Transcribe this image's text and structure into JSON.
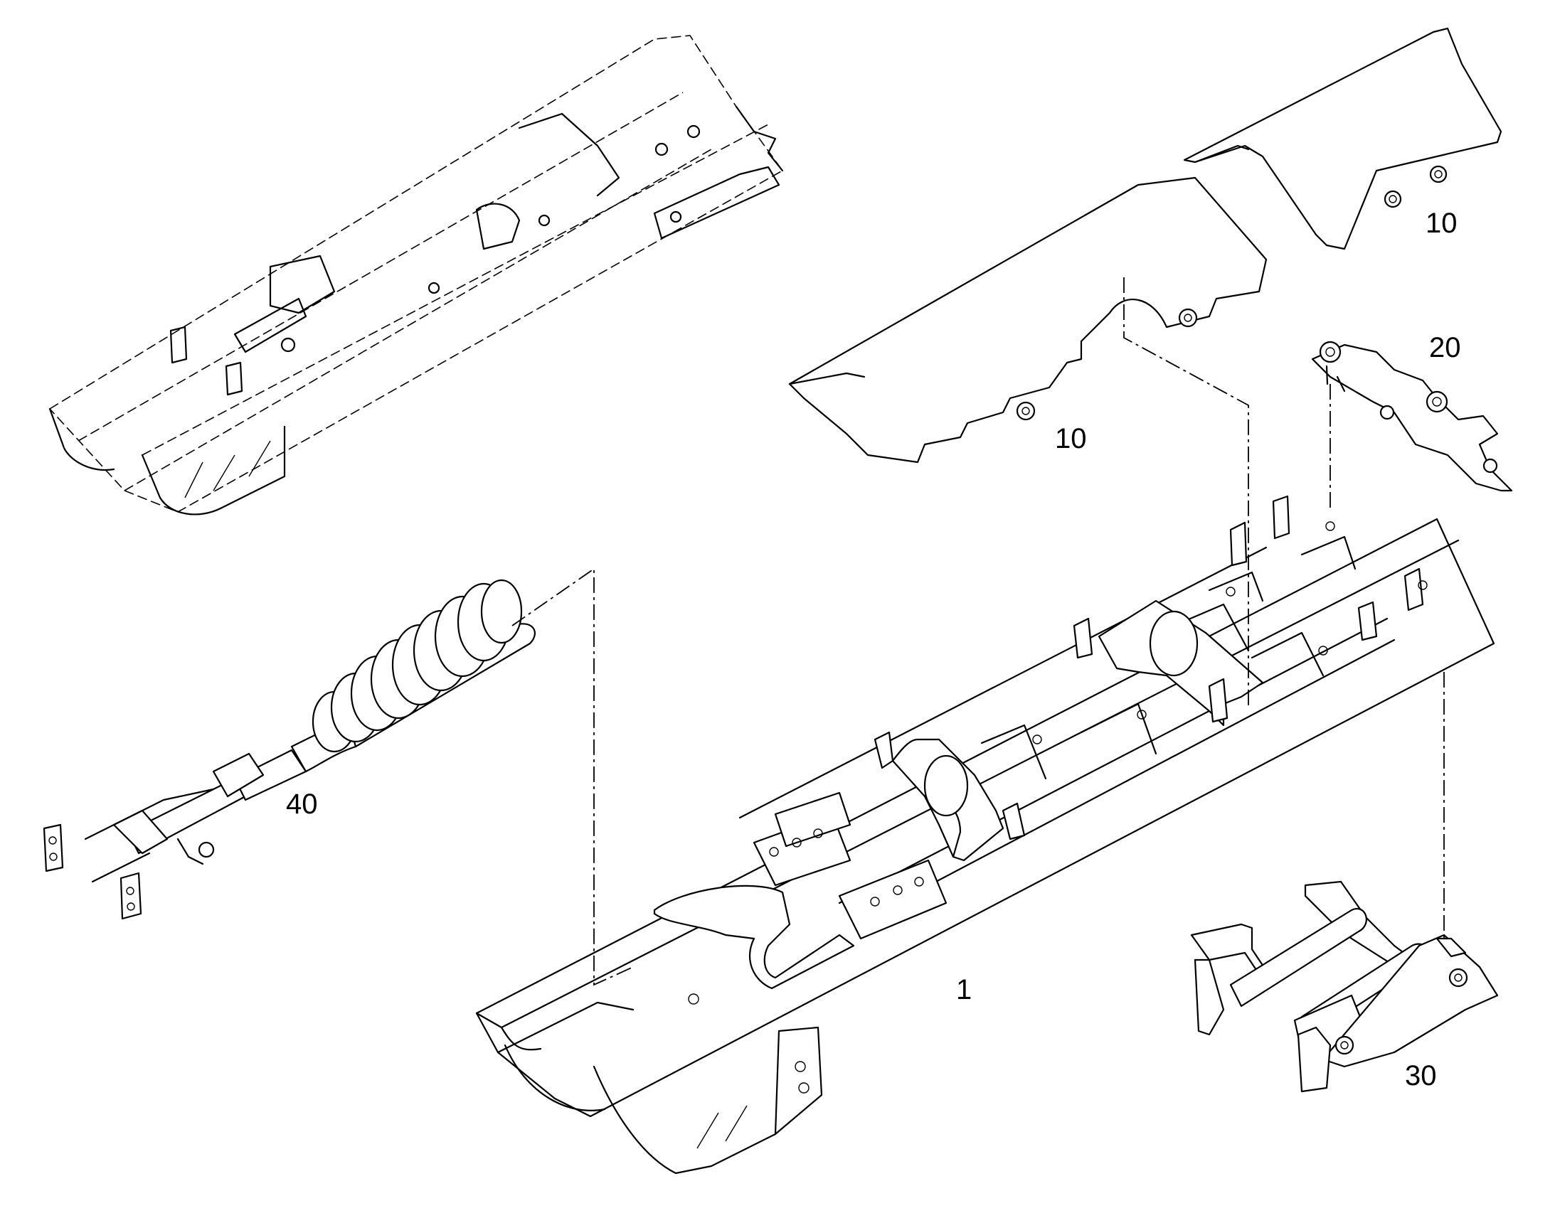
{
  "callouts": {
    "cover_right": "10",
    "cover_center": "10",
    "bracket": "20",
    "guard": "30",
    "spring_assembly": "40",
    "frame": "1"
  }
}
